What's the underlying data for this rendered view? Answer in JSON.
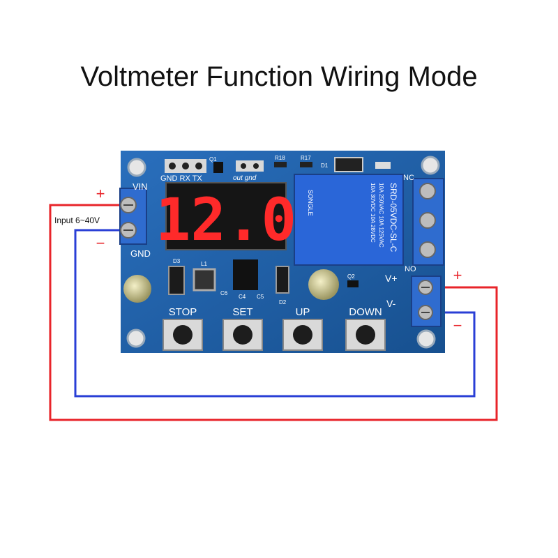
{
  "title": "Voltmeter Function Wiring Mode",
  "display": {
    "value": "12.0"
  },
  "board": {
    "vin_label": "VIN",
    "gnd_label": "GND",
    "header_pins": "GND RX TX",
    "out_gnd": "out gnd",
    "nc_label": "NC",
    "no_label": "NO",
    "vplus_label": "V+",
    "vminus_label": "V-",
    "components": {
      "q1": "Q1",
      "r18": "R18",
      "r17": "R17",
      "d1": "D1",
      "d3": "D3",
      "l1": "L1",
      "d2": "D2",
      "q2": "Q2",
      "c4": "C4",
      "c5": "C5",
      "c6": "C6"
    },
    "relay_lines": [
      "SRD-05VDC-SL-C",
      "10A 250VAC 10A 125VAC",
      "10A 30VDC 10A 28VDC",
      "SONGLE"
    ],
    "buttons": [
      "STOP",
      "SET",
      "UP",
      "DOWN"
    ]
  },
  "wiring": {
    "input_label": "Input 6~40V",
    "left_plus": "+",
    "left_minus": "−",
    "right_plus": "+",
    "right_minus": "−",
    "colors": {
      "positive": "#e8242a",
      "negative": "#2a3fd6",
      "pcb": "#1f5fa8",
      "terminal": "#2f6ccf"
    }
  }
}
